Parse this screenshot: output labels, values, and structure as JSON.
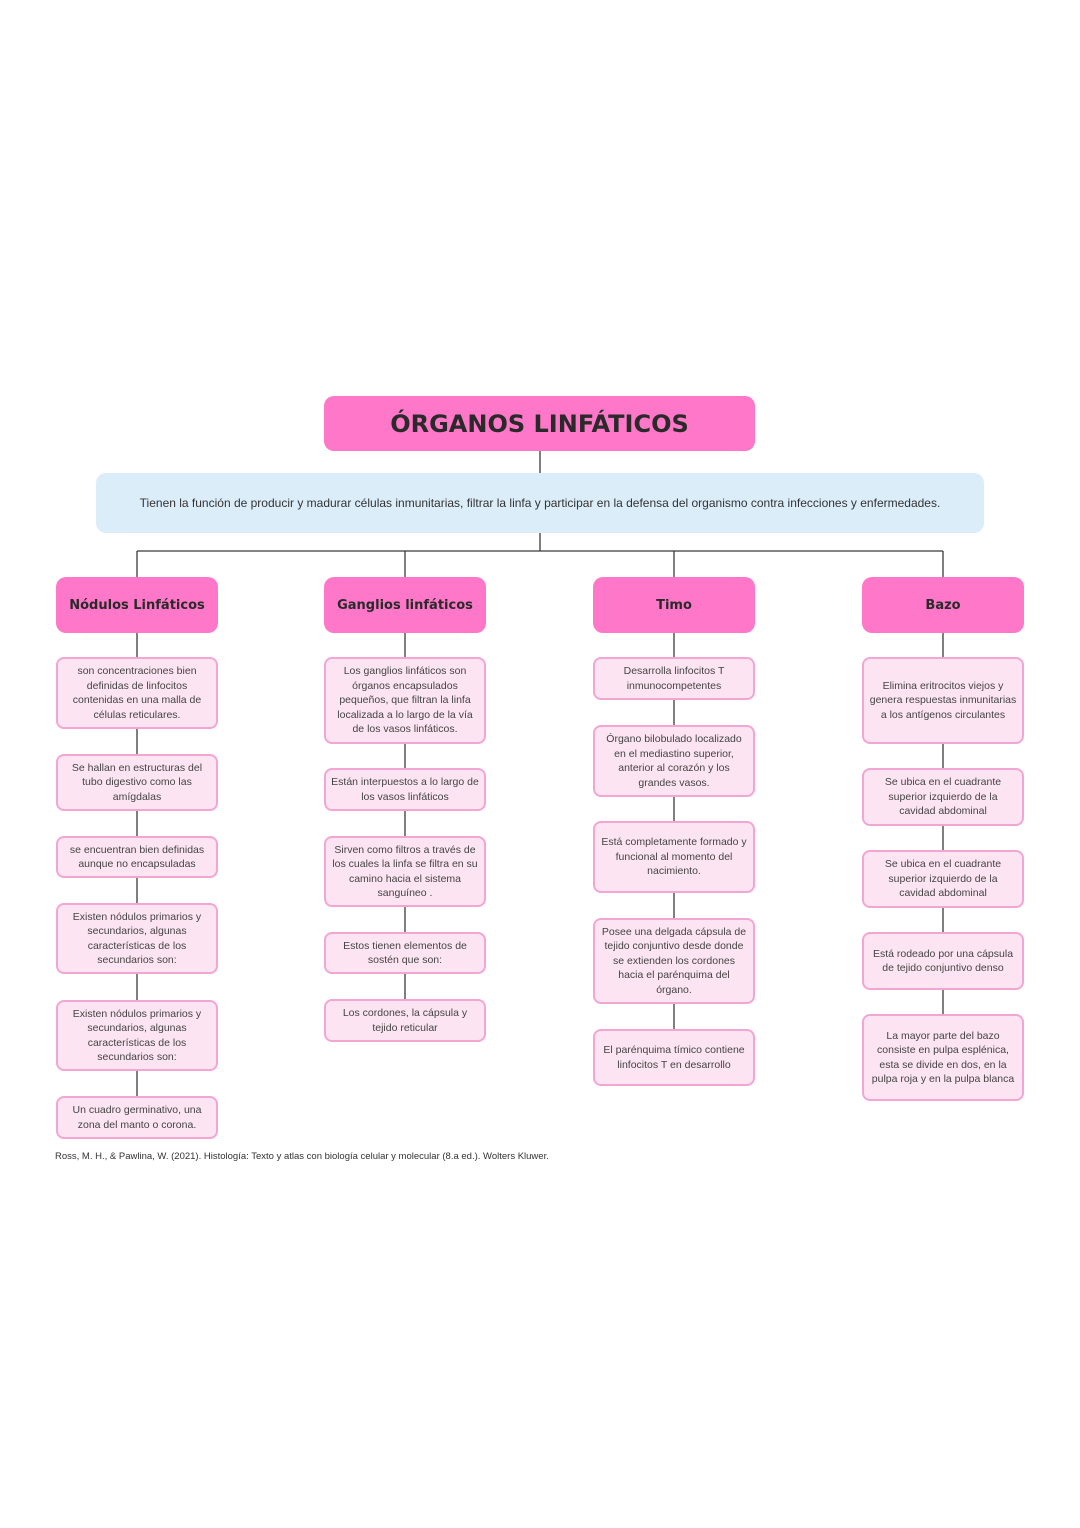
{
  "title": "ÓRGANOS LINFÁTICOS",
  "description": "Tienen la función de producir y madurar células inmunitarias, filtrar la linfa y participar en la defensa del organismo contra infecciones y enfermedades.",
  "columns": [
    {
      "heading": "Nódulos Linfáticos",
      "items": [
        "son concentraciones bien definidas de linfocitos contenidas en una malla de células reticulares.",
        "Se hallan en estructuras del tubo digestivo como las amígdalas",
        "se encuentran bien definidas aunque no encapsuladas",
        "Existen nódulos primarios y secundarios, algunas características de los secundarios son:",
        "Existen nódulos primarios y secundarios, algunas características de los secundarios son:",
        "Un cuadro germinativo, una zona del manto o corona."
      ]
    },
    {
      "heading": "Ganglios linfáticos",
      "items": [
        "Los ganglios linfáticos son órganos encapsulados pequeños, que filtran la linfa localizada a lo largo de la vía de los vasos linfáticos.",
        "Están interpuestos a lo largo de los vasos linfáticos",
        "Sirven como filtros a través de los cuales la linfa se filtra en su camino hacia el sistema sanguíneo .",
        "Estos tienen elementos de sostén que son:",
        "Los cordones, la cápsula y tejido reticular"
      ]
    },
    {
      "heading": "Timo",
      "items": [
        "Desarrolla linfocitos T inmunocompetentes",
        "Órgano bilobulado localizado en el mediastino superior, anterior al corazón y los grandes vasos.",
        "Está completamente formado y funcional al momento del nacimiento.",
        "Posee una delgada cápsula de tejido conjuntivo desde donde se extienden los cordones hacia el parénquima del órgano.",
        "El parénquima tímico contiene linfocitos T en desarrollo"
      ]
    },
    {
      "heading": "Bazo",
      "items": [
        "Elimina eritrocitos viejos y genera respuestas inmunitarias a los antígenos circulantes",
        "Se ubica en el cuadrante superior izquierdo de la cavidad abdominal",
        "Se ubica en el cuadrante superior izquierdo de la cavidad abdominal",
        "Está rodeado por una cápsula de tejido conjuntivo denso",
        "La mayor parte del bazo consiste en pulpa esplénica, esta se divide en dos, en la pulpa roja y en la pulpa blanca"
      ]
    }
  ],
  "reference": "Ross, M. H., & Pawlina, W. (2021). Histología: Texto y atlas con biología celular y molecular (8.a ed.). Wolters Kluwer.",
  "colors": {
    "heading_fill": "#ff77c8",
    "box_fill": "#fce4f2",
    "box_border": "#f3a6d3",
    "description_fill": "#dcedfa",
    "connector": "#3a3a3a"
  }
}
